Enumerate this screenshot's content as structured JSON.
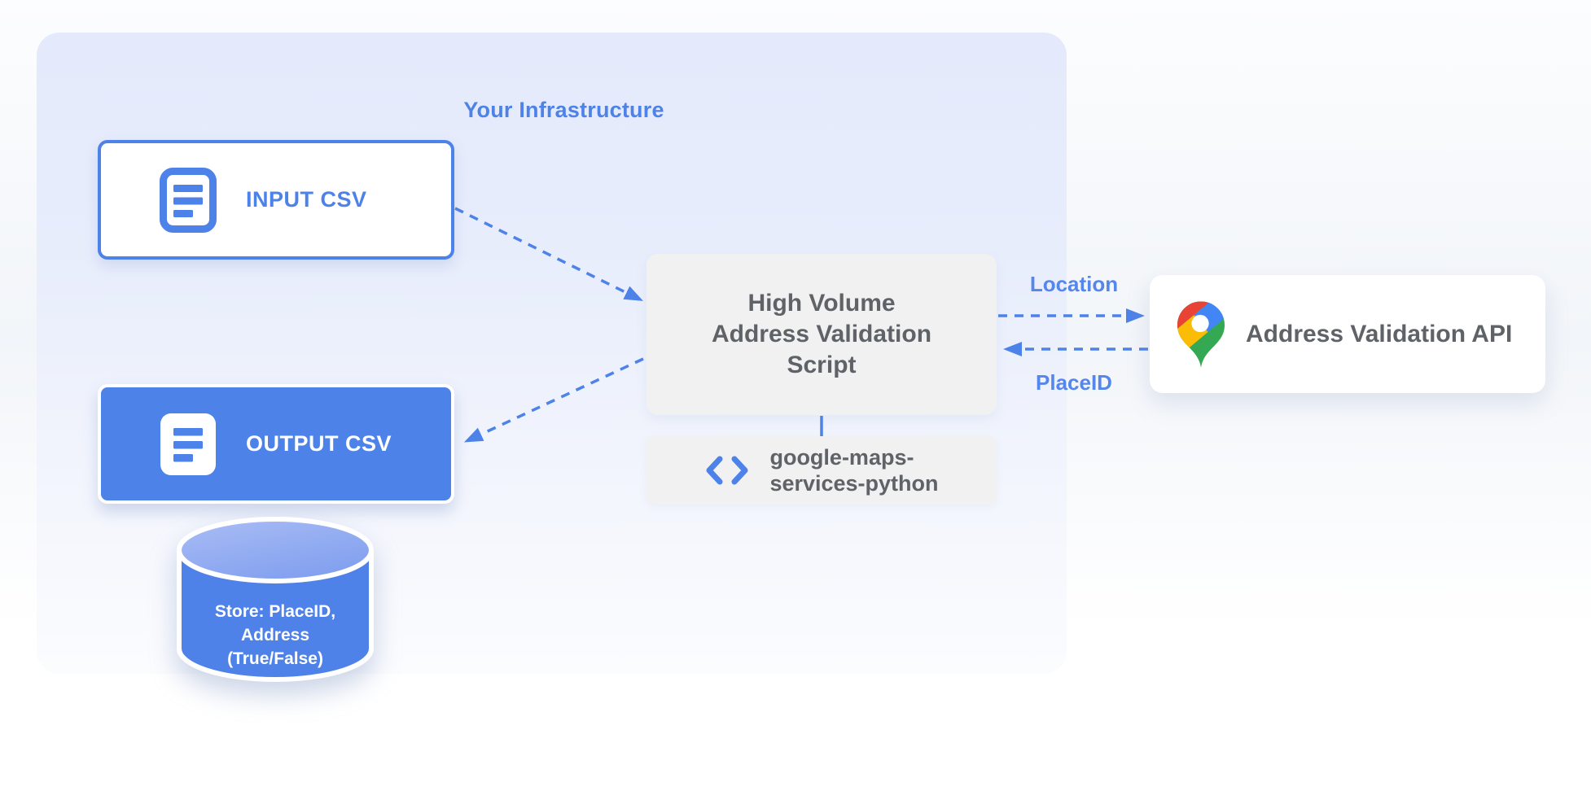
{
  "title": "Your Infrastructure",
  "colors": {
    "accent_blue": "#4d82e9",
    "label_blue": "#5586ec",
    "dark_text": "#5f6368",
    "container_fill": "#e8edfc",
    "gray_box": "#f1f1f2",
    "cylinder_body": "#4e82e9",
    "cylinder_top": "#93abf1",
    "pin_red": "#e94335",
    "pin_blue": "#4285f4",
    "pin_yellow": "#fbbc05",
    "pin_green": "#34a853"
  },
  "nodes": {
    "input_csv": {
      "label": "INPUT CSV",
      "icon": "document-outline-icon"
    },
    "output_csv": {
      "label": "OUTPUT CSV",
      "icon": "document-filled-icon"
    },
    "datastore": {
      "lines": [
        "Store: PlaceID,",
        "Address",
        "(True/False)"
      ],
      "icon": "database-cylinder"
    },
    "script": {
      "lines": [
        "High Volume",
        "Address Validation",
        "Script"
      ]
    },
    "library": {
      "lines": [
        "google-maps-",
        "services-python"
      ],
      "icon": "code-icon"
    },
    "api": {
      "label": "Address Validation API",
      "icon": "google-maps-pin-icon"
    }
  },
  "edges": {
    "input_to_script": {
      "style": "dashed-arrow"
    },
    "script_to_output": {
      "style": "dashed-arrow"
    },
    "script_to_api": {
      "label": "Location",
      "style": "dashed-arrow"
    },
    "api_to_script": {
      "label": "PlaceID",
      "style": "dashed-arrow"
    },
    "script_to_library": {
      "style": "solid-line"
    }
  }
}
